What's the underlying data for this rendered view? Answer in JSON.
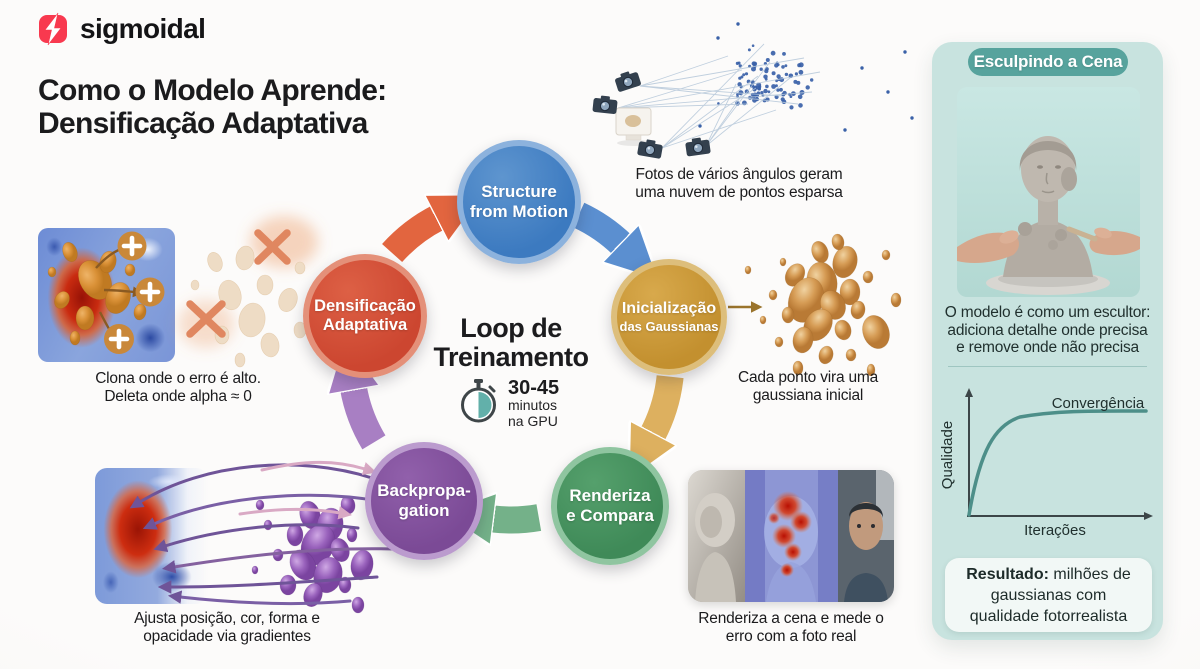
{
  "logo": {
    "text": "sigmoidal",
    "icon": "sigmoidal-bolt-icon",
    "color": "#f8394f"
  },
  "title": {
    "line1": "Como o Modelo Aprende:",
    "line2": "Densificação Adaptativa"
  },
  "loop": {
    "center": {
      "title_line1": "Loop de",
      "title_line2": "Treinamento",
      "time": "30-45",
      "time_unit1": "minutos",
      "time_unit2": "na GPU",
      "timer_icon": "stopwatch-icon"
    },
    "nodes": [
      {
        "id": "sfm",
        "l1": "Structure",
        "l2": "from Motion",
        "color": "#3c7ac0",
        "border": "#8cb2dd",
        "arrow_color": "#5b8fd0"
      },
      {
        "id": "init",
        "l1": "Inicialização",
        "l2": "das Gaussianas",
        "color": "#c3902f",
        "border": "#ddbe7b",
        "arrow_color": "#ddb05f"
      },
      {
        "id": "render",
        "l1": "Renderiza",
        "l2": "e Compara",
        "color": "#3f8a58",
        "border": "#8fc5a0",
        "arrow_color": "#74b189"
      },
      {
        "id": "backprop",
        "l1": "Backpropa-",
        "l2": "gation",
        "color": "#7b4a96",
        "border": "#bb9bce",
        "arrow_color": "#a87fc3"
      },
      {
        "id": "densify",
        "l1": "Densificação",
        "l2": "Adaptativa",
        "color": "#cc4630",
        "border": "#e49079",
        "arrow_color": "#e2653f"
      }
    ]
  },
  "annotations": {
    "sfm": {
      "line1": "Fotos de vários ângulos geram",
      "line2": "uma nuvem de pontos esparsa"
    },
    "init": {
      "line1": "Cada ponto vira uma",
      "line2": "gaussiana inicial"
    },
    "render": {
      "line1": "Renderiza a cena e mede o",
      "line2": "erro com a foto real"
    },
    "backprop": {
      "line1": "Ajusta posição, cor, forma e",
      "line2": "opacidade via gradientes"
    },
    "densify": {
      "line1": "Clona onde o erro é alto.",
      "line2": "Deleta onde alpha ≈ 0"
    }
  },
  "icons": {
    "clone_badge": "plus-icon",
    "delete_mark": "x-icon",
    "cameras": "camera-icon",
    "timer": "stopwatch-icon"
  },
  "sidebar": {
    "header": "Esculpindo a Cena",
    "body_line1": "O modelo é como um escultor:",
    "body_line2": "adiciona detalhe onde precisa",
    "body_line3": "e remove onde não precisa",
    "chart": {
      "ylabel": "Qualidade",
      "xlabel": "Iterações",
      "annotation": "Convergência",
      "line_color": "#4d8f89"
    },
    "result_bold": "Resultado:",
    "result_rest": " milhões de gaussianas com qualidade fotorrealista",
    "accent": "#57a39d",
    "panel_bg": "#c8e3df"
  },
  "chart_data": {
    "type": "line",
    "title": "",
    "xlabel": "Iterações",
    "ylabel": "Qualidade",
    "annotation": "Convergência",
    "x": [
      0,
      10,
      20,
      30,
      45,
      60,
      80,
      100
    ],
    "y": [
      0,
      48,
      70,
      81,
      89,
      93,
      96,
      97
    ],
    "ylim": [
      0,
      100
    ],
    "grid": false,
    "legend_position": "none",
    "shape": "saturating-convergence-curve"
  }
}
